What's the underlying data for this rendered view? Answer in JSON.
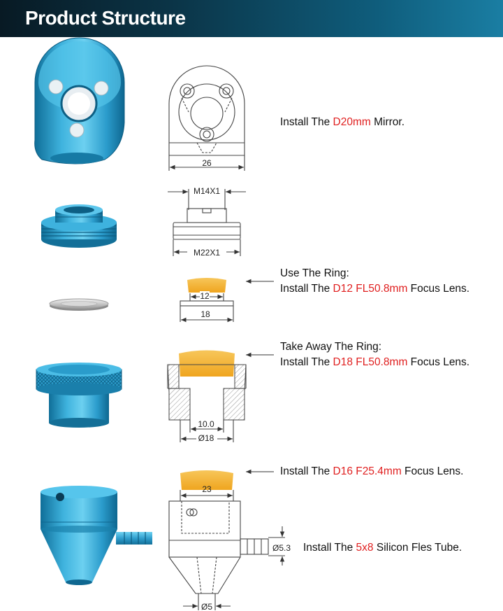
{
  "header": {
    "title": "Product Structure"
  },
  "captions": [
    {
      "pre": "Install The ",
      "highlight": "D20mm",
      "post": " Mirror."
    },
    {
      "line1": "Use The Ring:",
      "pre": "Install The ",
      "highlight": "D12 FL50.8mm",
      "post": " Focus Lens."
    },
    {
      "line1": "Take Away The Ring:",
      "pre": "Install The ",
      "highlight": "D18 FL50.8mm",
      "post": " Focus Lens."
    },
    {
      "pre": "Install The ",
      "highlight": "D16 F25.4mm",
      "post": " Focus Lens."
    },
    {
      "pre": "Install The ",
      "highlight": "5x8",
      "post": " Silicon Fles Tube."
    }
  ],
  "dimensions": {
    "mirror_mount_width": "26",
    "thread_top": "M14X1",
    "thread_bottom": "M22X1",
    "ring_inner": "12",
    "ring_outer": "18",
    "holder_inner": "10.0",
    "holder_outer": "Ø18",
    "nozzle_width": "23",
    "tube_diameter": "Ø5.3",
    "nozzle_tip": "Ø5"
  },
  "colors": {
    "banner_start": "#081a24",
    "banner_end": "#1a7ea3",
    "part_blue": "#2a9cc9",
    "lens_yellow": "#f3b432",
    "highlight_red": "#e02020"
  }
}
